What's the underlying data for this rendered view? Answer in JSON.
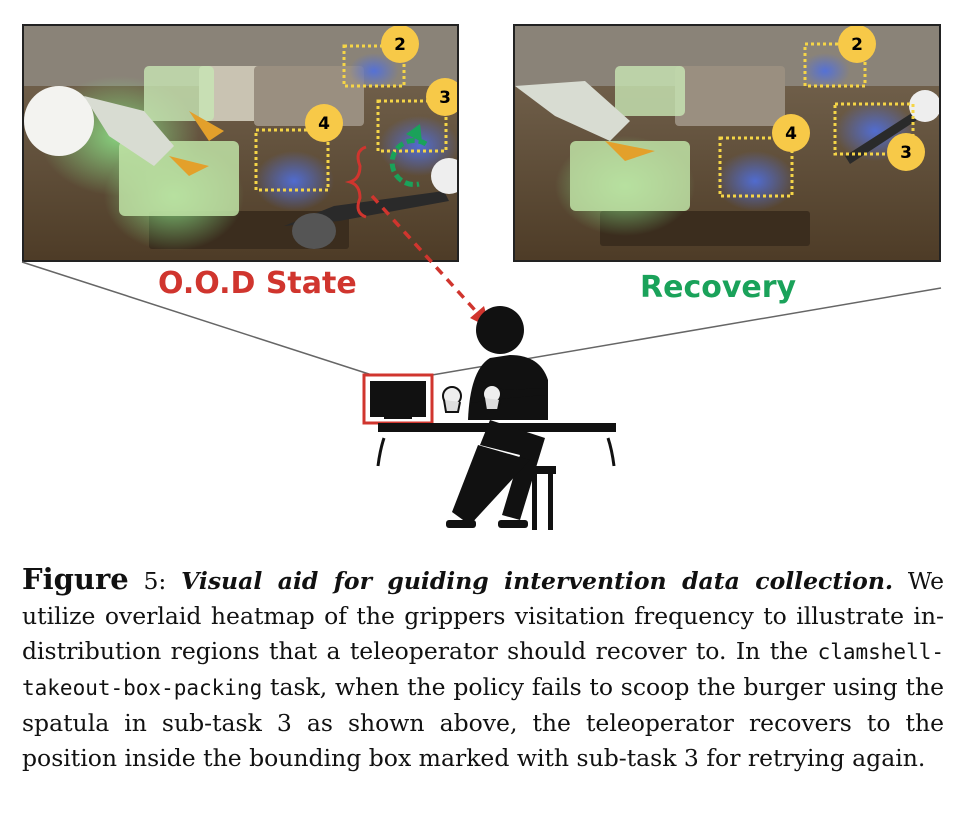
{
  "labels": {
    "ood": "O.O.D State",
    "recovery": "Recovery"
  },
  "left_panel": {
    "badges": [
      "2",
      "3",
      "4"
    ]
  },
  "right_panel": {
    "badges": [
      "2",
      "4",
      "3"
    ]
  },
  "caption": {
    "figure": "Figure",
    "number": "5:",
    "title": "Visual aid for guiding intervention data collection.",
    "part1": " We utilize overlaid heatmap of the grippers visitation frequency to illustrate in-distribution regions that a teleoperator should recover to. In the ",
    "code": "clamshell-takeout-box-packing",
    "part2": " task, when the policy fails to scoop the burger using the spatula in sub-task 3 as shown above, the teleoperator recovers to the position inside the bounding box marked with sub-task 3 for retrying again."
  },
  "colors": {
    "ood_red": "#d0352e",
    "recovery_green": "#1aa25a",
    "badge_yellow": "#f7c948",
    "box_yellow": "#f5d547",
    "heat_green": "#7dd87a",
    "heat_blue": "#5a7ee8"
  },
  "icons": [
    "teleoperator-icon",
    "monitor-icon",
    "vr-controller-icon",
    "desk-icon",
    "chair-icon"
  ]
}
